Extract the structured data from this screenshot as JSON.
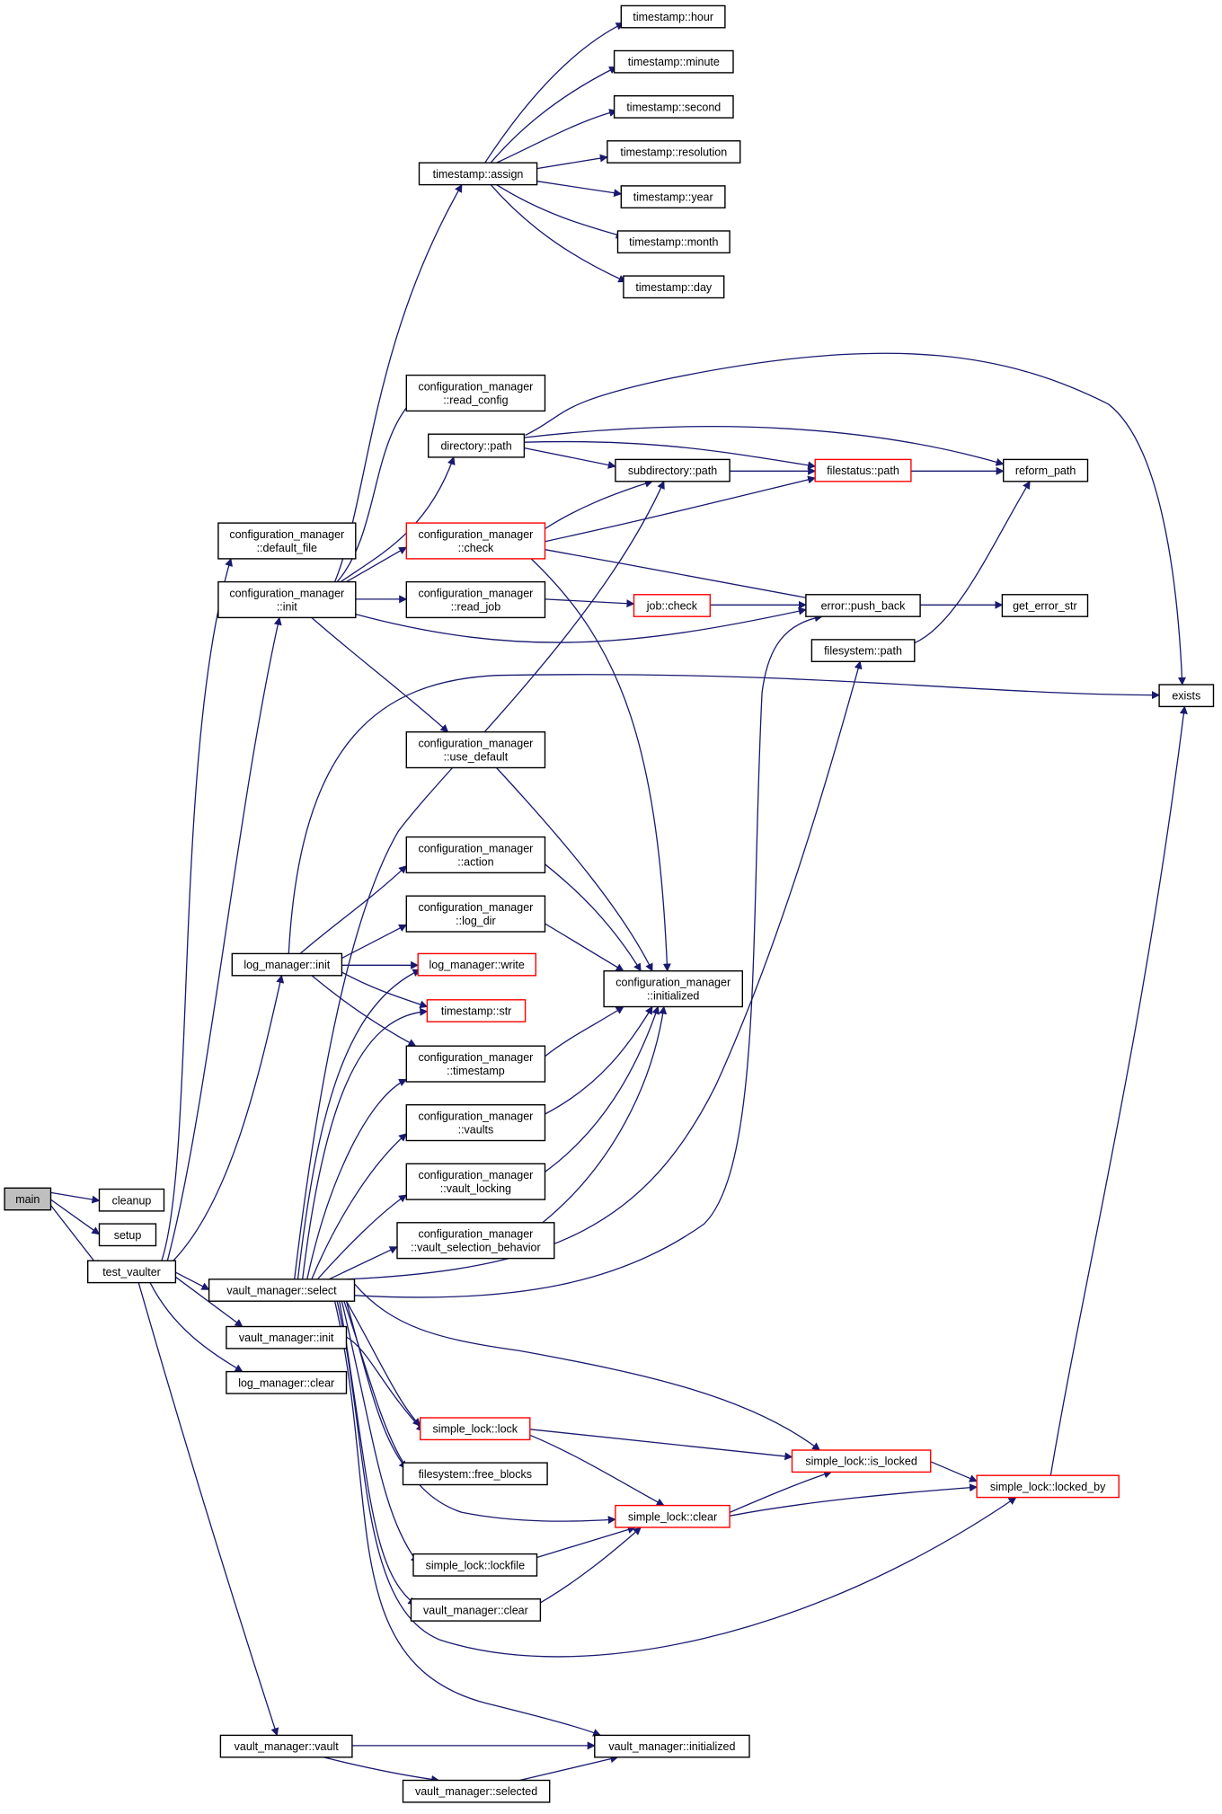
{
  "graph": {
    "edge_color": "#191970",
    "node_border": "#000000",
    "highlight_border": "#ff0000",
    "root_fill": "#bfbfbf",
    "nodes": [
      {
        "id": "main",
        "lines": [
          "main"
        ],
        "style": "root"
      },
      {
        "id": "cleanup",
        "lines": [
          "cleanup"
        ],
        "style": "normal"
      },
      {
        "id": "setup",
        "lines": [
          "setup"
        ],
        "style": "normal"
      },
      {
        "id": "test_vaulter",
        "lines": [
          "test_vaulter"
        ],
        "style": "normal"
      },
      {
        "id": "ts_hour",
        "lines": [
          "timestamp::hour"
        ],
        "style": "normal"
      },
      {
        "id": "ts_minute",
        "lines": [
          "timestamp::minute"
        ],
        "style": "normal"
      },
      {
        "id": "ts_second",
        "lines": [
          "timestamp::second"
        ],
        "style": "normal"
      },
      {
        "id": "ts_resolution",
        "lines": [
          "timestamp::resolution"
        ],
        "style": "normal"
      },
      {
        "id": "ts_year",
        "lines": [
          "timestamp::year"
        ],
        "style": "normal"
      },
      {
        "id": "ts_month",
        "lines": [
          "timestamp::month"
        ],
        "style": "normal"
      },
      {
        "id": "ts_day",
        "lines": [
          "timestamp::day"
        ],
        "style": "normal"
      },
      {
        "id": "ts_assign",
        "lines": [
          "timestamp::assign"
        ],
        "style": "normal"
      },
      {
        "id": "cm_read_config",
        "lines": [
          "configuration_manager",
          "::read_config"
        ],
        "style": "normal"
      },
      {
        "id": "dir_path",
        "lines": [
          "directory::path"
        ],
        "style": "normal"
      },
      {
        "id": "subdir_path",
        "lines": [
          "subdirectory::path"
        ],
        "style": "normal"
      },
      {
        "id": "filestatus_path",
        "lines": [
          "filestatus::path"
        ],
        "style": "red"
      },
      {
        "id": "reform_path",
        "lines": [
          "reform_path"
        ],
        "style": "normal"
      },
      {
        "id": "cm_default_file",
        "lines": [
          "configuration_manager",
          "::default_file"
        ],
        "style": "normal"
      },
      {
        "id": "cm_check",
        "lines": [
          "configuration_manager",
          "::check"
        ],
        "style": "red"
      },
      {
        "id": "cm_init",
        "lines": [
          "configuration_manager",
          "::init"
        ],
        "style": "normal"
      },
      {
        "id": "cm_read_job",
        "lines": [
          "configuration_manager",
          "::read_job"
        ],
        "style": "normal"
      },
      {
        "id": "job_check",
        "lines": [
          "job::check"
        ],
        "style": "red"
      },
      {
        "id": "err_push_back",
        "lines": [
          "error::push_back"
        ],
        "style": "normal"
      },
      {
        "id": "get_error_str",
        "lines": [
          "get_error_str"
        ],
        "style": "normal"
      },
      {
        "id": "fs_path",
        "lines": [
          "filesystem::path"
        ],
        "style": "normal"
      },
      {
        "id": "exists",
        "lines": [
          "exists"
        ],
        "style": "normal"
      },
      {
        "id": "cm_use_default",
        "lines": [
          "configuration_manager",
          "::use_default"
        ],
        "style": "normal"
      },
      {
        "id": "cm_action",
        "lines": [
          "configuration_manager",
          "::action"
        ],
        "style": "normal"
      },
      {
        "id": "cm_log_dir",
        "lines": [
          "configuration_manager",
          "::log_dir"
        ],
        "style": "normal"
      },
      {
        "id": "lm_init",
        "lines": [
          "log_manager::init"
        ],
        "style": "normal"
      },
      {
        "id": "lm_write",
        "lines": [
          "log_manager::write"
        ],
        "style": "red"
      },
      {
        "id": "cm_initialized",
        "lines": [
          "configuration_manager",
          "::initialized"
        ],
        "style": "normal"
      },
      {
        "id": "ts_str",
        "lines": [
          "timestamp::str"
        ],
        "style": "red"
      },
      {
        "id": "cm_timestamp",
        "lines": [
          "configuration_manager",
          "::timestamp"
        ],
        "style": "normal"
      },
      {
        "id": "cm_vaults",
        "lines": [
          "configuration_manager",
          "::vaults"
        ],
        "style": "normal"
      },
      {
        "id": "cm_vault_locking",
        "lines": [
          "configuration_manager",
          "::vault_locking"
        ],
        "style": "normal"
      },
      {
        "id": "cm_vsb",
        "lines": [
          "configuration_manager",
          "::vault_selection_behavior"
        ],
        "style": "normal"
      },
      {
        "id": "vm_select",
        "lines": [
          "vault_manager::select"
        ],
        "style": "normal"
      },
      {
        "id": "vm_init",
        "lines": [
          "vault_manager::init"
        ],
        "style": "normal"
      },
      {
        "id": "lm_clear",
        "lines": [
          "log_manager::clear"
        ],
        "style": "normal"
      },
      {
        "id": "sl_lock",
        "lines": [
          "simple_lock::lock"
        ],
        "style": "red"
      },
      {
        "id": "fs_free_blocks",
        "lines": [
          "filesystem::free_blocks"
        ],
        "style": "normal"
      },
      {
        "id": "sl_is_locked",
        "lines": [
          "simple_lock::is_locked"
        ],
        "style": "red"
      },
      {
        "id": "sl_locked_by",
        "lines": [
          "simple_lock::locked_by"
        ],
        "style": "red"
      },
      {
        "id": "sl_clear",
        "lines": [
          "simple_lock::clear"
        ],
        "style": "red"
      },
      {
        "id": "sl_lockfile",
        "lines": [
          "simple_lock::lockfile"
        ],
        "style": "normal"
      },
      {
        "id": "vm_clear",
        "lines": [
          "vault_manager::clear"
        ],
        "style": "normal"
      },
      {
        "id": "vm_vault",
        "lines": [
          "vault_manager::vault"
        ],
        "style": "normal"
      },
      {
        "id": "vm_initialized",
        "lines": [
          "vault_manager::initialized"
        ],
        "style": "normal"
      },
      {
        "id": "vm_selected",
        "lines": [
          "vault_manager::selected"
        ],
        "style": "normal"
      }
    ],
    "edges": [
      [
        "main",
        "cleanup"
      ],
      [
        "main",
        "setup"
      ],
      [
        "main",
        "test_vaulter"
      ],
      [
        "test_vaulter",
        "cm_default_file"
      ],
      [
        "test_vaulter",
        "cm_init"
      ],
      [
        "test_vaulter",
        "lm_init"
      ],
      [
        "test_vaulter",
        "vm_select"
      ],
      [
        "test_vaulter",
        "vm_init"
      ],
      [
        "test_vaulter",
        "lm_clear"
      ],
      [
        "test_vaulter",
        "vm_vault"
      ],
      [
        "ts_assign",
        "ts_hour"
      ],
      [
        "ts_assign",
        "ts_minute"
      ],
      [
        "ts_assign",
        "ts_second"
      ],
      [
        "ts_assign",
        "ts_resolution"
      ],
      [
        "ts_assign",
        "ts_year"
      ],
      [
        "ts_assign",
        "ts_month"
      ],
      [
        "ts_assign",
        "ts_day"
      ],
      [
        "cm_init",
        "ts_assign"
      ],
      [
        "cm_init",
        "cm_read_config"
      ],
      [
        "cm_init",
        "dir_path"
      ],
      [
        "cm_init",
        "cm_check"
      ],
      [
        "cm_init",
        "cm_read_job"
      ],
      [
        "cm_init",
        "err_push_back"
      ],
      [
        "cm_init",
        "cm_use_default"
      ],
      [
        "dir_path",
        "subdir_path"
      ],
      [
        "dir_path",
        "filestatus_path"
      ],
      [
        "dir_path",
        "reform_path"
      ],
      [
        "dir_path",
        "exists"
      ],
      [
        "subdir_path",
        "filestatus_path"
      ],
      [
        "filestatus_path",
        "reform_path"
      ],
      [
        "cm_check",
        "subdir_path"
      ],
      [
        "cm_check",
        "filestatus_path"
      ],
      [
        "cm_check",
        "err_push_back"
      ],
      [
        "cm_check",
        "cm_initialized"
      ],
      [
        "cm_read_job",
        "job_check"
      ],
      [
        "job_check",
        "err_push_back"
      ],
      [
        "err_push_back",
        "get_error_str"
      ],
      [
        "fs_path",
        "reform_path"
      ],
      [
        "cm_use_default",
        "cm_initialized"
      ],
      [
        "cm_action",
        "cm_initialized"
      ],
      [
        "cm_log_dir",
        "cm_initialized"
      ],
      [
        "lm_init",
        "exists"
      ],
      [
        "lm_init",
        "cm_action"
      ],
      [
        "lm_init",
        "cm_log_dir"
      ],
      [
        "lm_init",
        "lm_write"
      ],
      [
        "lm_init",
        "ts_str"
      ],
      [
        "lm_init",
        "cm_timestamp"
      ],
      [
        "cm_timestamp",
        "cm_initialized"
      ],
      [
        "cm_vaults",
        "cm_initialized"
      ],
      [
        "cm_vault_locking",
        "cm_initialized"
      ],
      [
        "cm_vsb",
        "cm_initialized"
      ],
      [
        "vm_select",
        "subdir_path"
      ],
      [
        "vm_select",
        "lm_write"
      ],
      [
        "vm_select",
        "ts_str"
      ],
      [
        "vm_select",
        "cm_timestamp"
      ],
      [
        "vm_select",
        "cm_vaults"
      ],
      [
        "vm_select",
        "cm_vault_locking"
      ],
      [
        "vm_select",
        "cm_vsb"
      ],
      [
        "vm_select",
        "err_push_back"
      ],
      [
        "vm_select",
        "fs_path"
      ],
      [
        "vm_select",
        "sl_is_locked"
      ],
      [
        "vm_select",
        "sl_lock"
      ],
      [
        "vm_select",
        "fs_free_blocks"
      ],
      [
        "vm_select",
        "sl_clear"
      ],
      [
        "vm_select",
        "sl_lockfile"
      ],
      [
        "vm_select",
        "vm_clear"
      ],
      [
        "vm_select",
        "sl_locked_by"
      ],
      [
        "vm_select",
        "vm_initialized"
      ],
      [
        "vm_init",
        "sl_lock"
      ],
      [
        "sl_lock",
        "sl_is_locked"
      ],
      [
        "sl_lock",
        "sl_clear"
      ],
      [
        "sl_clear",
        "sl_is_locked"
      ],
      [
        "sl_clear",
        "sl_locked_by"
      ],
      [
        "sl_is_locked",
        "sl_locked_by"
      ],
      [
        "sl_locked_by",
        "exists"
      ],
      [
        "sl_lockfile",
        "sl_clear"
      ],
      [
        "vm_clear",
        "sl_clear"
      ],
      [
        "vm_vault",
        "vm_initialized"
      ],
      [
        "vm_vault",
        "vm_selected"
      ],
      [
        "vm_selected",
        "vm_initialized"
      ]
    ]
  }
}
